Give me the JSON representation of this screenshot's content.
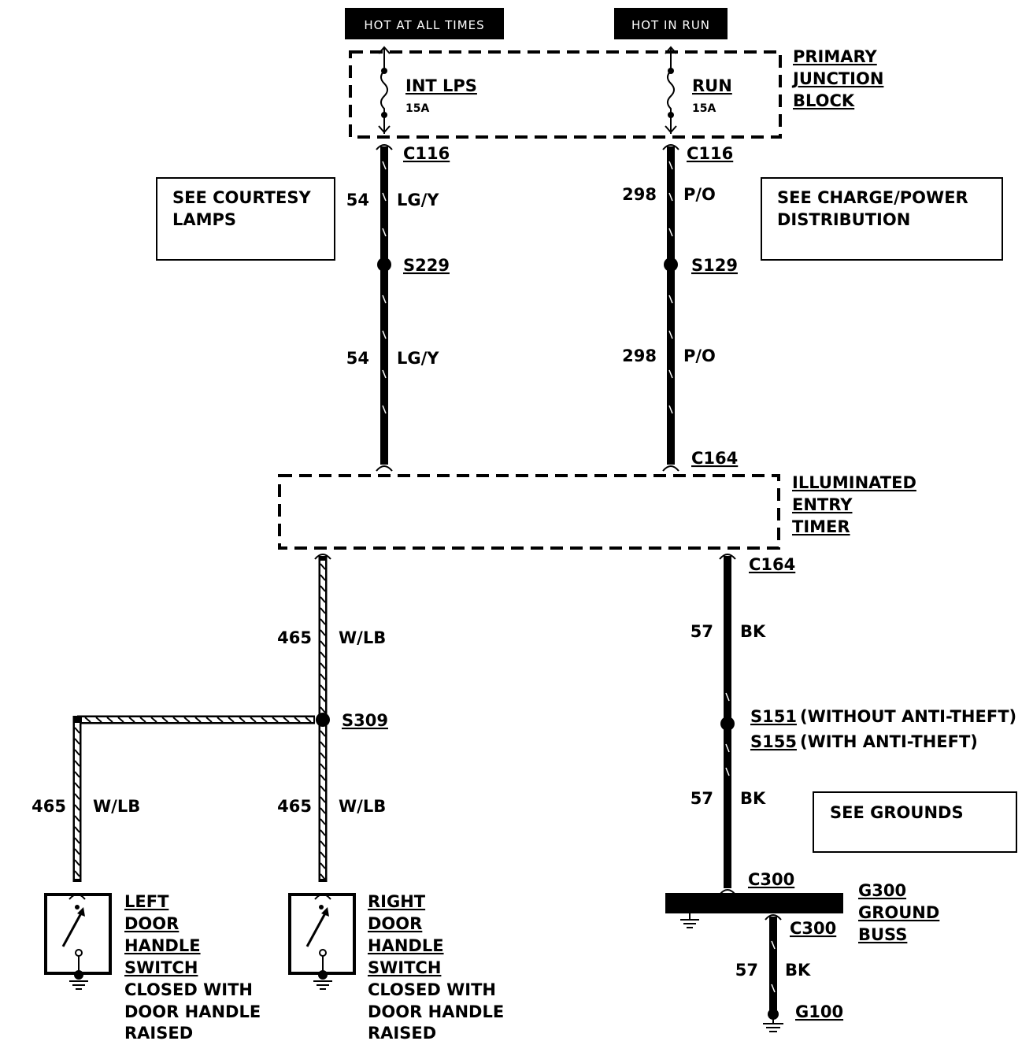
{
  "headers": {
    "hot_at_all_times": "HOT AT ALL TIMES",
    "hot_in_run": "HOT IN RUN"
  },
  "primary_junction_block": {
    "label_lines": [
      "PRIMARY",
      "JUNCTION",
      "BLOCK"
    ],
    "fuse_left": {
      "name": "INT LPS",
      "rating": "15A"
    },
    "fuse_right": {
      "name": "RUN",
      "rating": "15A"
    }
  },
  "connectors": {
    "c116_left": "C116",
    "c116_right": "C116",
    "c164_top": "C164",
    "c164_bottom": "C164",
    "c300_top": "C300",
    "c300_bottom": "C300"
  },
  "see_boxes": {
    "courtesy_lamps": [
      "SEE COURTESY",
      "LAMPS"
    ],
    "charge_power": [
      "SEE CHARGE/POWER",
      "DISTRIBUTION"
    ],
    "grounds": "SEE GROUNDS"
  },
  "wires": {
    "lgy_upper": {
      "number": "54",
      "color": "LG/Y"
    },
    "lgy_lower": {
      "number": "54",
      "color": "LG/Y"
    },
    "po_upper": {
      "number": "298",
      "color": "P/O"
    },
    "po_lower": {
      "number": "298",
      "color": "P/O"
    },
    "wlb_upper": {
      "number": "465",
      "color": "W/LB"
    },
    "wlb_left": {
      "number": "465",
      "color": "W/LB"
    },
    "wlb_right": {
      "number": "465",
      "color": "W/LB"
    },
    "bk_upper": {
      "number": "57",
      "color": "BK"
    },
    "bk_middle": {
      "number": "57",
      "color": "BK"
    },
    "bk_lower": {
      "number": "57",
      "color": "BK"
    }
  },
  "splices": {
    "s229": "S229",
    "s129": "S129",
    "s309": "S309",
    "s151": "S151",
    "s151_note": "(WITHOUT ANTI-THEFT)",
    "s155": "S155",
    "s155_note": "(WITH ANTI-THEFT)"
  },
  "timer": {
    "label_lines": [
      "ILLUMINATED",
      "ENTRY",
      "TIMER"
    ]
  },
  "left_switch": {
    "name_lines": [
      "LEFT",
      "DOOR",
      "HANDLE",
      "SWITCH"
    ],
    "note_lines": [
      "CLOSED WITH",
      "DOOR HANDLE",
      "RAISED"
    ]
  },
  "right_switch": {
    "name_lines": [
      "RIGHT",
      "DOOR",
      "HANDLE",
      "SWITCH"
    ],
    "note_lines": [
      "CLOSED WITH",
      "DOOR HANDLE",
      "RAISED"
    ]
  },
  "ground_buss": {
    "label_lines": [
      "G300",
      "GROUND",
      "BUSS"
    ]
  },
  "ground_g100": "G100"
}
